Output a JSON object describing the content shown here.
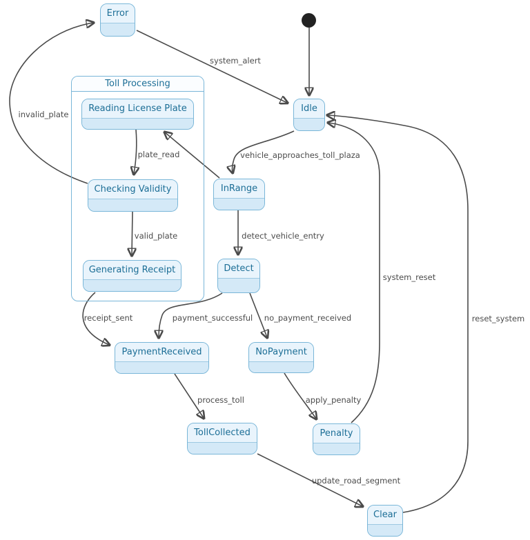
{
  "diagram": {
    "kind": "state-machine-diagram",
    "background": "#ffffff"
  },
  "colors": {
    "state_fill": "#d4e9f7",
    "state_title_fill": "#e9f4fc",
    "state_border": "#79b6d8",
    "state_text": "#1c6e96",
    "edge_stroke": "#4a4a4a",
    "label_text": "#4b4b4b",
    "initial_dot": "#222222"
  },
  "states": {
    "error": {
      "label": "Error"
    },
    "idle": {
      "label": "Idle"
    },
    "toll_processing": {
      "label": "Toll Processing"
    },
    "reading_license_plate": {
      "label": "Reading License Plate"
    },
    "checking_validity": {
      "label": "Checking Validity"
    },
    "in_range": {
      "label": "InRange"
    },
    "generating_receipt": {
      "label": "Generating Receipt"
    },
    "detect": {
      "label": "Detect"
    },
    "payment_received": {
      "label": "PaymentReceived"
    },
    "no_payment": {
      "label": "NoPayment"
    },
    "toll_collected": {
      "label": "TollCollected"
    },
    "penalty": {
      "label": "Penalty"
    },
    "clear": {
      "label": "Clear"
    }
  },
  "transitions": {
    "start": {
      "label": "",
      "from": "initial",
      "to": "Idle"
    },
    "system_alert": {
      "label": "system_alert",
      "from": "Error",
      "to": "Idle"
    },
    "invalid_plate": {
      "label": "invalid_plate",
      "from": "Checking Validity",
      "to": "Error"
    },
    "plate_read": {
      "label": "plate_read",
      "from": "Reading License Plate",
      "to": "Checking Validity"
    },
    "valid_plate": {
      "label": "valid_plate",
      "from": "Checking Validity",
      "to": "Generating Receipt"
    },
    "vehicle_approaches_toll_plaza": {
      "label": "vehicle_approaches_toll_plaza",
      "from": "Idle",
      "to": "InRange"
    },
    "in_range_to_reading_license_plate": {
      "label": "",
      "from": "InRange",
      "to": "Reading License Plate"
    },
    "detect_vehicle_entry": {
      "label": "detect_vehicle_entry",
      "from": "InRange",
      "to": "Detect"
    },
    "receipt_sent": {
      "label": "receipt_sent",
      "from": "Generating Receipt",
      "to": "PaymentReceived"
    },
    "payment_successful": {
      "label": "payment_successful",
      "from": "Detect",
      "to": "PaymentReceived"
    },
    "no_payment_received": {
      "label": "no_payment_received",
      "from": "Detect",
      "to": "NoPayment"
    },
    "process_toll": {
      "label": "process_toll",
      "from": "PaymentReceived",
      "to": "TollCollected"
    },
    "apply_penalty": {
      "label": "apply_penalty",
      "from": "NoPayment",
      "to": "Penalty"
    },
    "update_road_segment": {
      "label": "update_road_segment",
      "from": "TollCollected",
      "to": "Clear"
    },
    "system_reset": {
      "label": "system_reset",
      "from": "Penalty",
      "to": "Idle"
    },
    "reset_system": {
      "label": "reset_system",
      "from": "Clear",
      "to": "Idle"
    }
  }
}
